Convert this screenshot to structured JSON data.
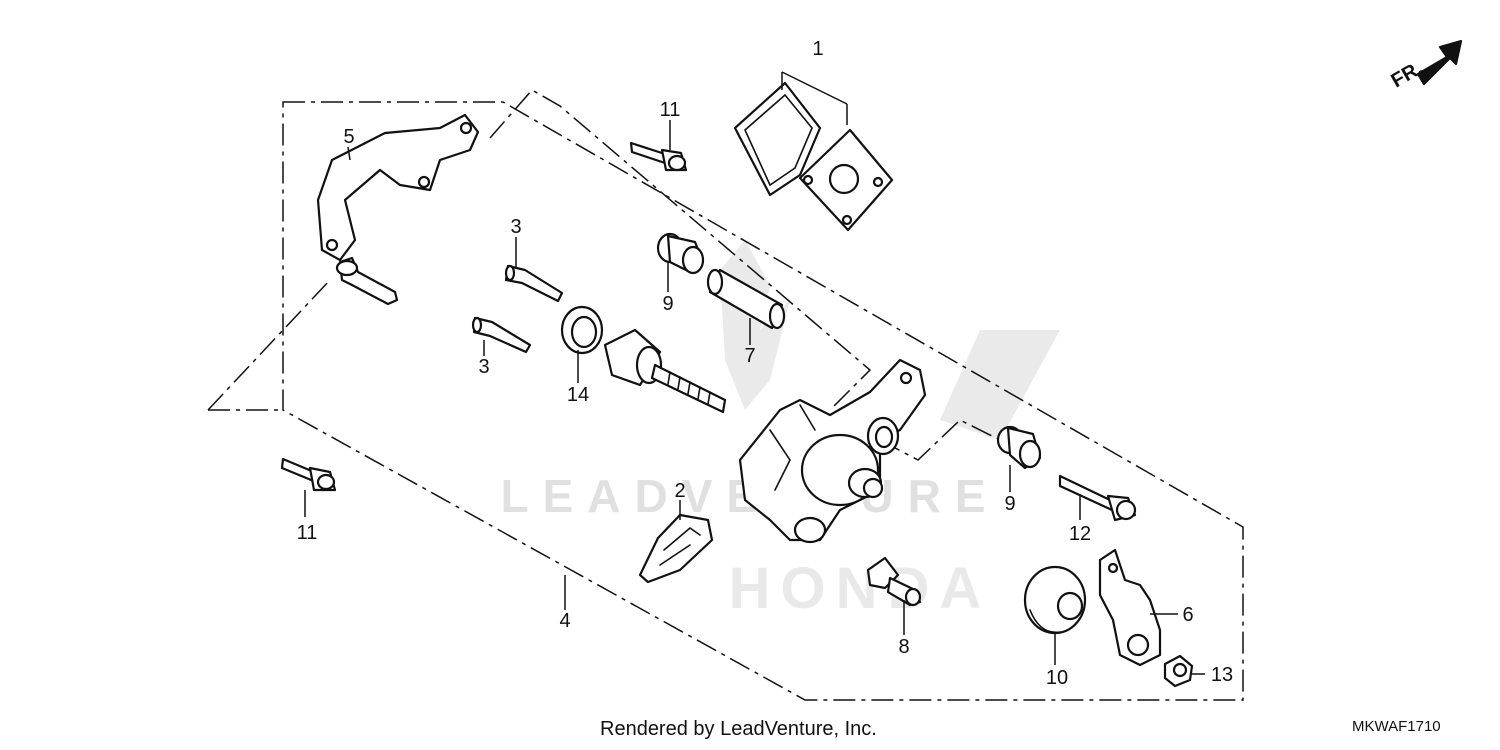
{
  "diagram": {
    "direction_label": "FR.",
    "callouts": [
      {
        "id": "c1",
        "text": "1"
      },
      {
        "id": "c2",
        "text": "2"
      },
      {
        "id": "c3a",
        "text": "3"
      },
      {
        "id": "c3b",
        "text": "3"
      },
      {
        "id": "c4",
        "text": "4"
      },
      {
        "id": "c5",
        "text": "5"
      },
      {
        "id": "c6",
        "text": "6"
      },
      {
        "id": "c7",
        "text": "7"
      },
      {
        "id": "c8",
        "text": "8"
      },
      {
        "id": "c9a",
        "text": "9"
      },
      {
        "id": "c9b",
        "text": "9"
      },
      {
        "id": "c10",
        "text": "10"
      },
      {
        "id": "c11a",
        "text": "11"
      },
      {
        "id": "c11b",
        "text": "11"
      },
      {
        "id": "c12",
        "text": "12"
      },
      {
        "id": "c13",
        "text": "13"
      },
      {
        "id": "c14",
        "text": "14"
      }
    ],
    "watermark_top": "LEADVENTURE",
    "watermark_bottom": "HONDA"
  },
  "footer": {
    "rendered_by": "Rendered by LeadVenture, Inc.",
    "diagram_code": "MKWAF1710"
  }
}
